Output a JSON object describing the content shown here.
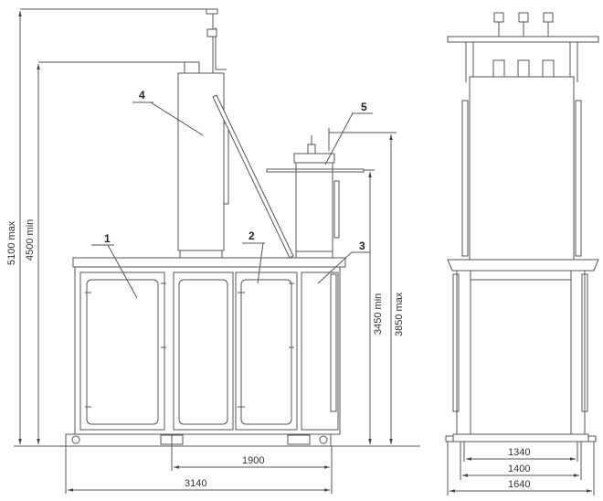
{
  "callouts": {
    "c1": "1",
    "c2": "2",
    "c3": "3",
    "c4": "4",
    "c5": "5"
  },
  "dimensions": {
    "h_total": "5100 max",
    "h_min": "4500 min",
    "h_tank_min": "3450 min",
    "h_tank_max": "3850 max",
    "w_1900": "1900",
    "w_3140": "3140",
    "w_1340": "1340",
    "w_1400": "1400",
    "w_1640": "1640"
  }
}
